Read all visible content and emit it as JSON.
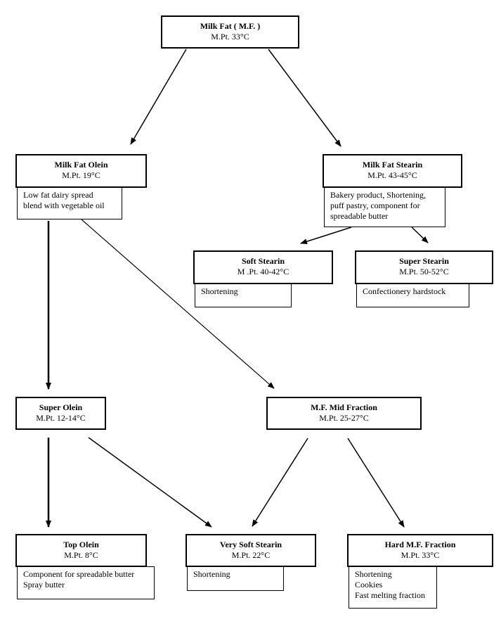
{
  "nodes": {
    "milk_fat": {
      "title": "Milk Fat ( M.F. )",
      "mpt": "M.Pt. 33°C"
    },
    "olein": {
      "title": "Milk Fat Olein",
      "mpt": "M.Pt. 19°C"
    },
    "stearin": {
      "title": "Milk Fat Stearin",
      "mpt": "M.Pt. 43-45°C"
    },
    "soft_stearin": {
      "title": "Soft Stearin",
      "mpt": "M .Pt. 40-42°C"
    },
    "super_stearin": {
      "title": "Super Stearin",
      "mpt": "M.Pt. 50-52°C"
    },
    "super_olein": {
      "title": "Super Olein",
      "mpt": "M.Pt. 12-14°C"
    },
    "mid_fraction": {
      "title": "M.F. Mid Fraction",
      "mpt": "M.Pt. 25-27°C"
    },
    "top_olein": {
      "title": "Top Olein",
      "mpt": "M.Pt. 8°C"
    },
    "very_soft_stearin": {
      "title": "Very Soft Stearin",
      "mpt": "M.Pt. 22°C"
    },
    "hard_fraction": {
      "title": "Hard M.F. Fraction",
      "mpt": "M.Pt. 33°C"
    }
  },
  "uses": {
    "olein": [
      "Low fat dairy spread",
      "blend with vegetable oil"
    ],
    "stearin": [
      "Bakery product, Shortening,",
      "puff pastry, component for",
      "spreadable butter"
    ],
    "soft_stearin": [
      "Shortening"
    ],
    "super_stearin": [
      "Confectionery hardstock"
    ],
    "top_olein": [
      "Component for spreadable butter",
      "Spray butter"
    ],
    "very_soft_stearin": [
      "Shortening"
    ],
    "hard_fraction": [
      "Shortening",
      "Cookies",
      "Fast melting fraction"
    ]
  }
}
